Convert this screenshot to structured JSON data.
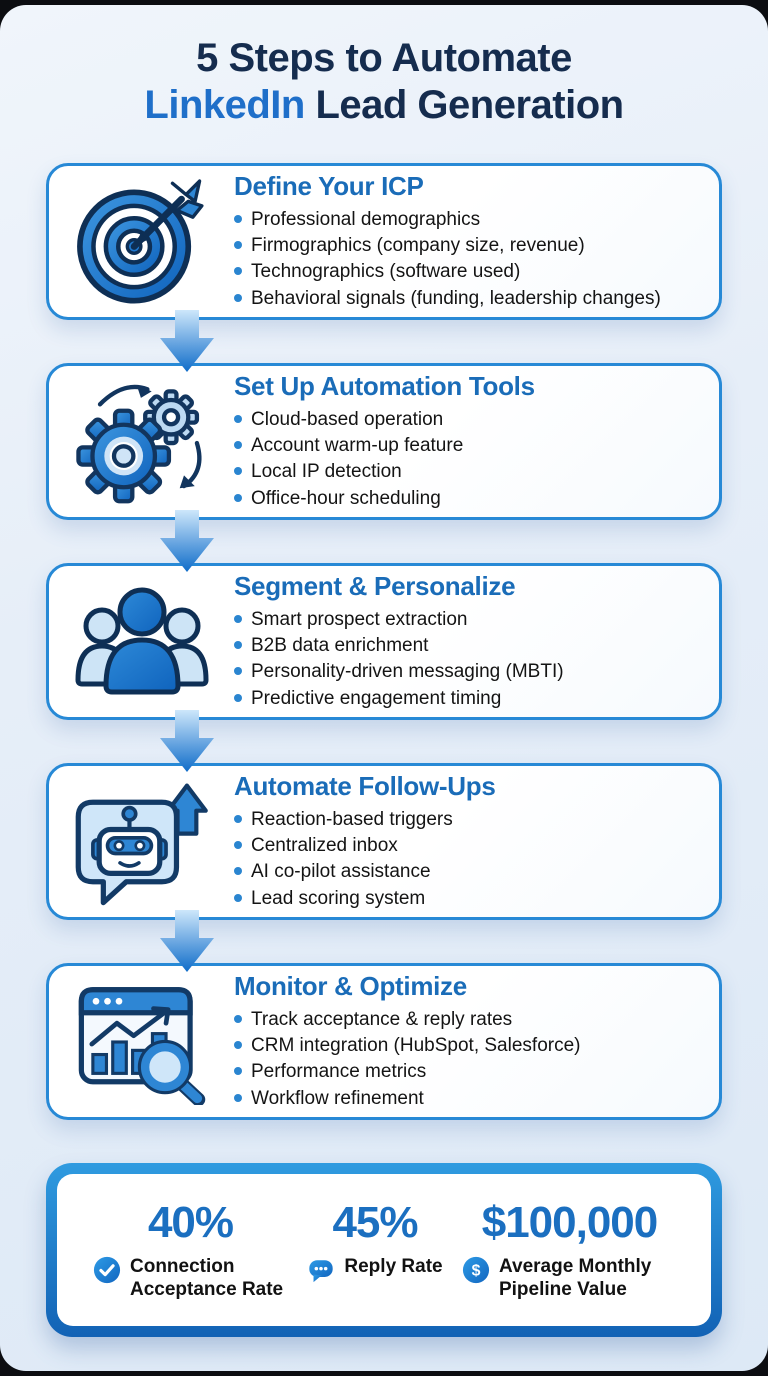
{
  "header": {
    "title_line1": "5 Steps to Automate",
    "title_line2_highlight": "LinkedIn",
    "title_line2_rest": " Lead Generation"
  },
  "steps": [
    {
      "icon": "target-icon",
      "title": "Define Your ICP",
      "bullets": [
        "Professional demographics",
        "Firmographics (company size, revenue)",
        "Technographics (software used)",
        "Behavioral signals (funding, leadership changes)"
      ]
    },
    {
      "icon": "gears-icon",
      "title": "Set Up Automation Tools",
      "bullets": [
        "Cloud-based operation",
        "Account warm-up feature",
        "Local IP detection",
        "Office-hour scheduling"
      ]
    },
    {
      "icon": "people-icon",
      "title": "Segment & Personalize",
      "bullets": [
        "Smart prospect extraction",
        "B2B data enrichment",
        "Personality-driven messaging (MBTI)",
        "Predictive engagement timing"
      ]
    },
    {
      "icon": "robot-chat-icon",
      "title": "Automate Follow-Ups",
      "bullets": [
        "Reaction-based triggers",
        "Centralized inbox",
        "AI co-pilot assistance",
        "Lead scoring system"
      ]
    },
    {
      "icon": "analytics-icon",
      "title": "Monitor & Optimize",
      "bullets": [
        "Track acceptance & reply rates",
        "CRM integration (HubSpot, Salesforce)",
        "Performance metrics",
        "Workflow refinement"
      ]
    }
  ],
  "stats": [
    {
      "icon": "check-circle-icon",
      "value": "40%",
      "label": "Connection Acceptance Rate"
    },
    {
      "icon": "chat-bubble-icon",
      "value": "45%",
      "label": "Reply Rate"
    },
    {
      "icon": "dollar-circle-icon",
      "value": "$100,000",
      "label": "Average Monthly Pipeline Value"
    }
  ],
  "colors": {
    "background": "#e6eef8",
    "title_navy": "#152c4e",
    "accent_blue": "#1f6fc9",
    "card_border": "#2789d6",
    "step_title_blue": "#1a6cb8",
    "bullet_dot": "#2a85d0",
    "arrow_gradient_start": "#cde7fb",
    "arrow_gradient_end": "#0f6cc9",
    "stat_number_blue": "#1b6fc0"
  }
}
